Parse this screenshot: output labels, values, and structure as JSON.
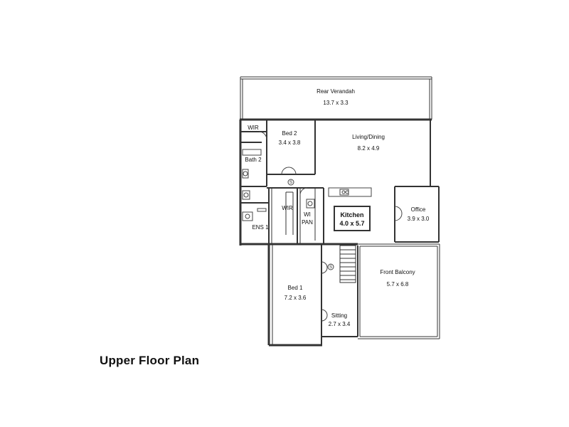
{
  "title": "Upper Floor Plan",
  "rooms": {
    "rear_verandah": {
      "name": "Rear Verandah",
      "size": "13.7 x 3.3"
    },
    "bed2": {
      "name": "Bed 2",
      "size": "3.4 x 3.8"
    },
    "living_dining": {
      "name": "Living/Dining",
      "size": "8.2 x 4.9"
    },
    "wir_top": {
      "name": "WIR"
    },
    "bath2": {
      "name": "Bath 2"
    },
    "wir_mid": {
      "name": "WIR"
    },
    "wi_pan": {
      "name_line1": "WI",
      "name_line2": "PAN"
    },
    "kitchen": {
      "name": "Kitchen",
      "size": "4.0 x 5.7"
    },
    "office": {
      "name": "Office",
      "size": "3.9 x 3.0"
    },
    "ens1": {
      "name": "ENS 1"
    },
    "front_balcony": {
      "name": "Front Balcony",
      "size": "5.7 x 6.8"
    },
    "bed1": {
      "name": "Bed 1",
      "size": "7.2 x 3.6"
    },
    "sitting": {
      "name": "Sitting",
      "size": "2.7 x 3.4"
    }
  },
  "markers": {
    "s1": "S",
    "s2": "S"
  }
}
